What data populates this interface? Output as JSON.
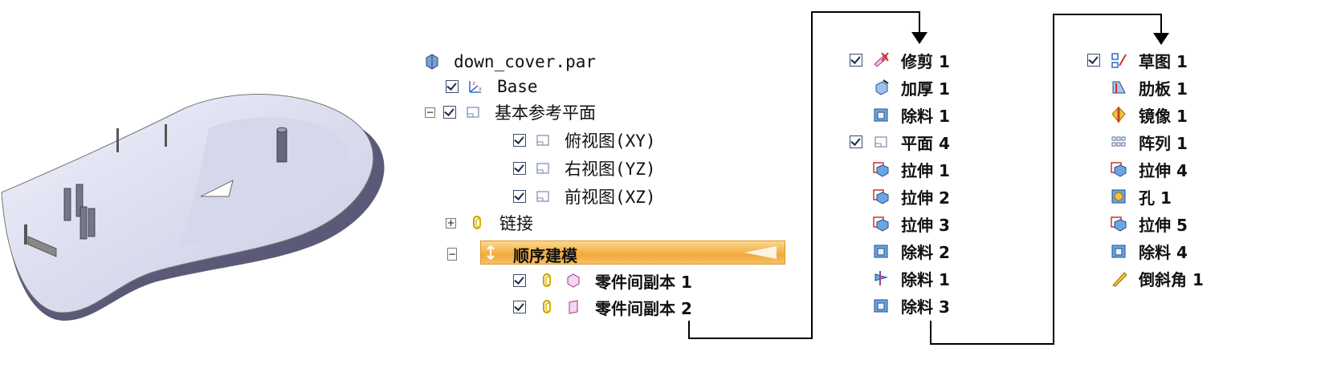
{
  "tree": {
    "file": "down_cover.par",
    "base": "Base",
    "ref_planes": "基本参考平面",
    "top_view": "俯视图(XY)",
    "right_view": "右视图(YZ)",
    "front_view": "前视图(XZ)",
    "links": "链接",
    "sequential": "顺序建模",
    "copy1": "零件间副本 1",
    "copy2": "零件间副本 2",
    "expand_minus": "⊟",
    "expand_plus": "⊞"
  },
  "col2": [
    {
      "label": "修剪 1",
      "checked": true,
      "icon": "trim-icon"
    },
    {
      "label": "加厚 1",
      "checked": false,
      "icon": "thicken-icon"
    },
    {
      "label": "除料 1",
      "checked": false,
      "icon": "cutout-icon"
    },
    {
      "label": "平面 4",
      "checked": true,
      "icon": "plane-icon"
    },
    {
      "label": "拉伸 1",
      "checked": false,
      "icon": "extrude-icon"
    },
    {
      "label": "拉伸 2",
      "checked": false,
      "icon": "extrude-icon"
    },
    {
      "label": "拉伸 3",
      "checked": false,
      "icon": "extrude-icon"
    },
    {
      "label": "除料 2",
      "checked": false,
      "icon": "cutout-icon"
    },
    {
      "label": "除料 1",
      "checked": false,
      "icon": "cutout-revolve-icon"
    },
    {
      "label": "除料 3",
      "checked": false,
      "icon": "cutout-icon"
    }
  ],
  "col3": [
    {
      "label": "草图 1",
      "checked": true,
      "icon": "sketch-icon"
    },
    {
      "label": "肋板 1",
      "checked": false,
      "icon": "rib-icon"
    },
    {
      "label": "镜像 1",
      "checked": false,
      "icon": "mirror-icon"
    },
    {
      "label": "阵列 1",
      "checked": false,
      "icon": "pattern-icon"
    },
    {
      "label": "拉伸 4",
      "checked": false,
      "icon": "extrude-icon"
    },
    {
      "label": "孔 1",
      "checked": false,
      "icon": "hole-icon"
    },
    {
      "label": "拉伸 5",
      "checked": false,
      "icon": "extrude-icon"
    },
    {
      "label": "除料 4",
      "checked": false,
      "icon": "cutout-icon"
    },
    {
      "label": "倒斜角 1",
      "checked": false,
      "icon": "chamfer-icon"
    }
  ]
}
